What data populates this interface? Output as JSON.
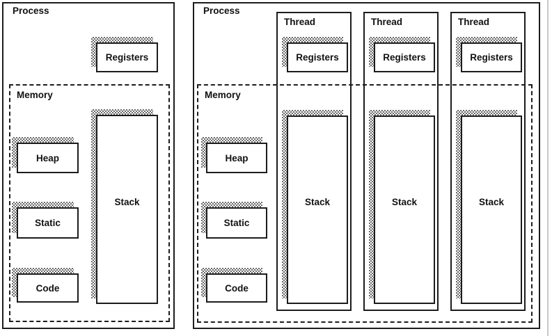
{
  "colors": {
    "line": "#1c1c1c",
    "shadow": "#6a6a6a",
    "bg": "#ffffff",
    "edge": "#c9c9c9"
  },
  "left_panel": {
    "title": "Process",
    "registers_label": "Registers",
    "memory": {
      "title": "Memory",
      "segments": [
        "Heap",
        "Static",
        "Code"
      ],
      "stack_label": "Stack"
    }
  },
  "right_panel": {
    "title": "Process",
    "memory": {
      "title": "Memory",
      "segments": [
        "Heap",
        "Static",
        "Code"
      ]
    },
    "threads": [
      {
        "title": "Thread",
        "registers_label": "Registers",
        "stack_label": "Stack"
      },
      {
        "title": "Thread",
        "registers_label": "Registers",
        "stack_label": "Stack"
      },
      {
        "title": "Thread",
        "registers_label": "Registers",
        "stack_label": "Stack"
      }
    ]
  }
}
